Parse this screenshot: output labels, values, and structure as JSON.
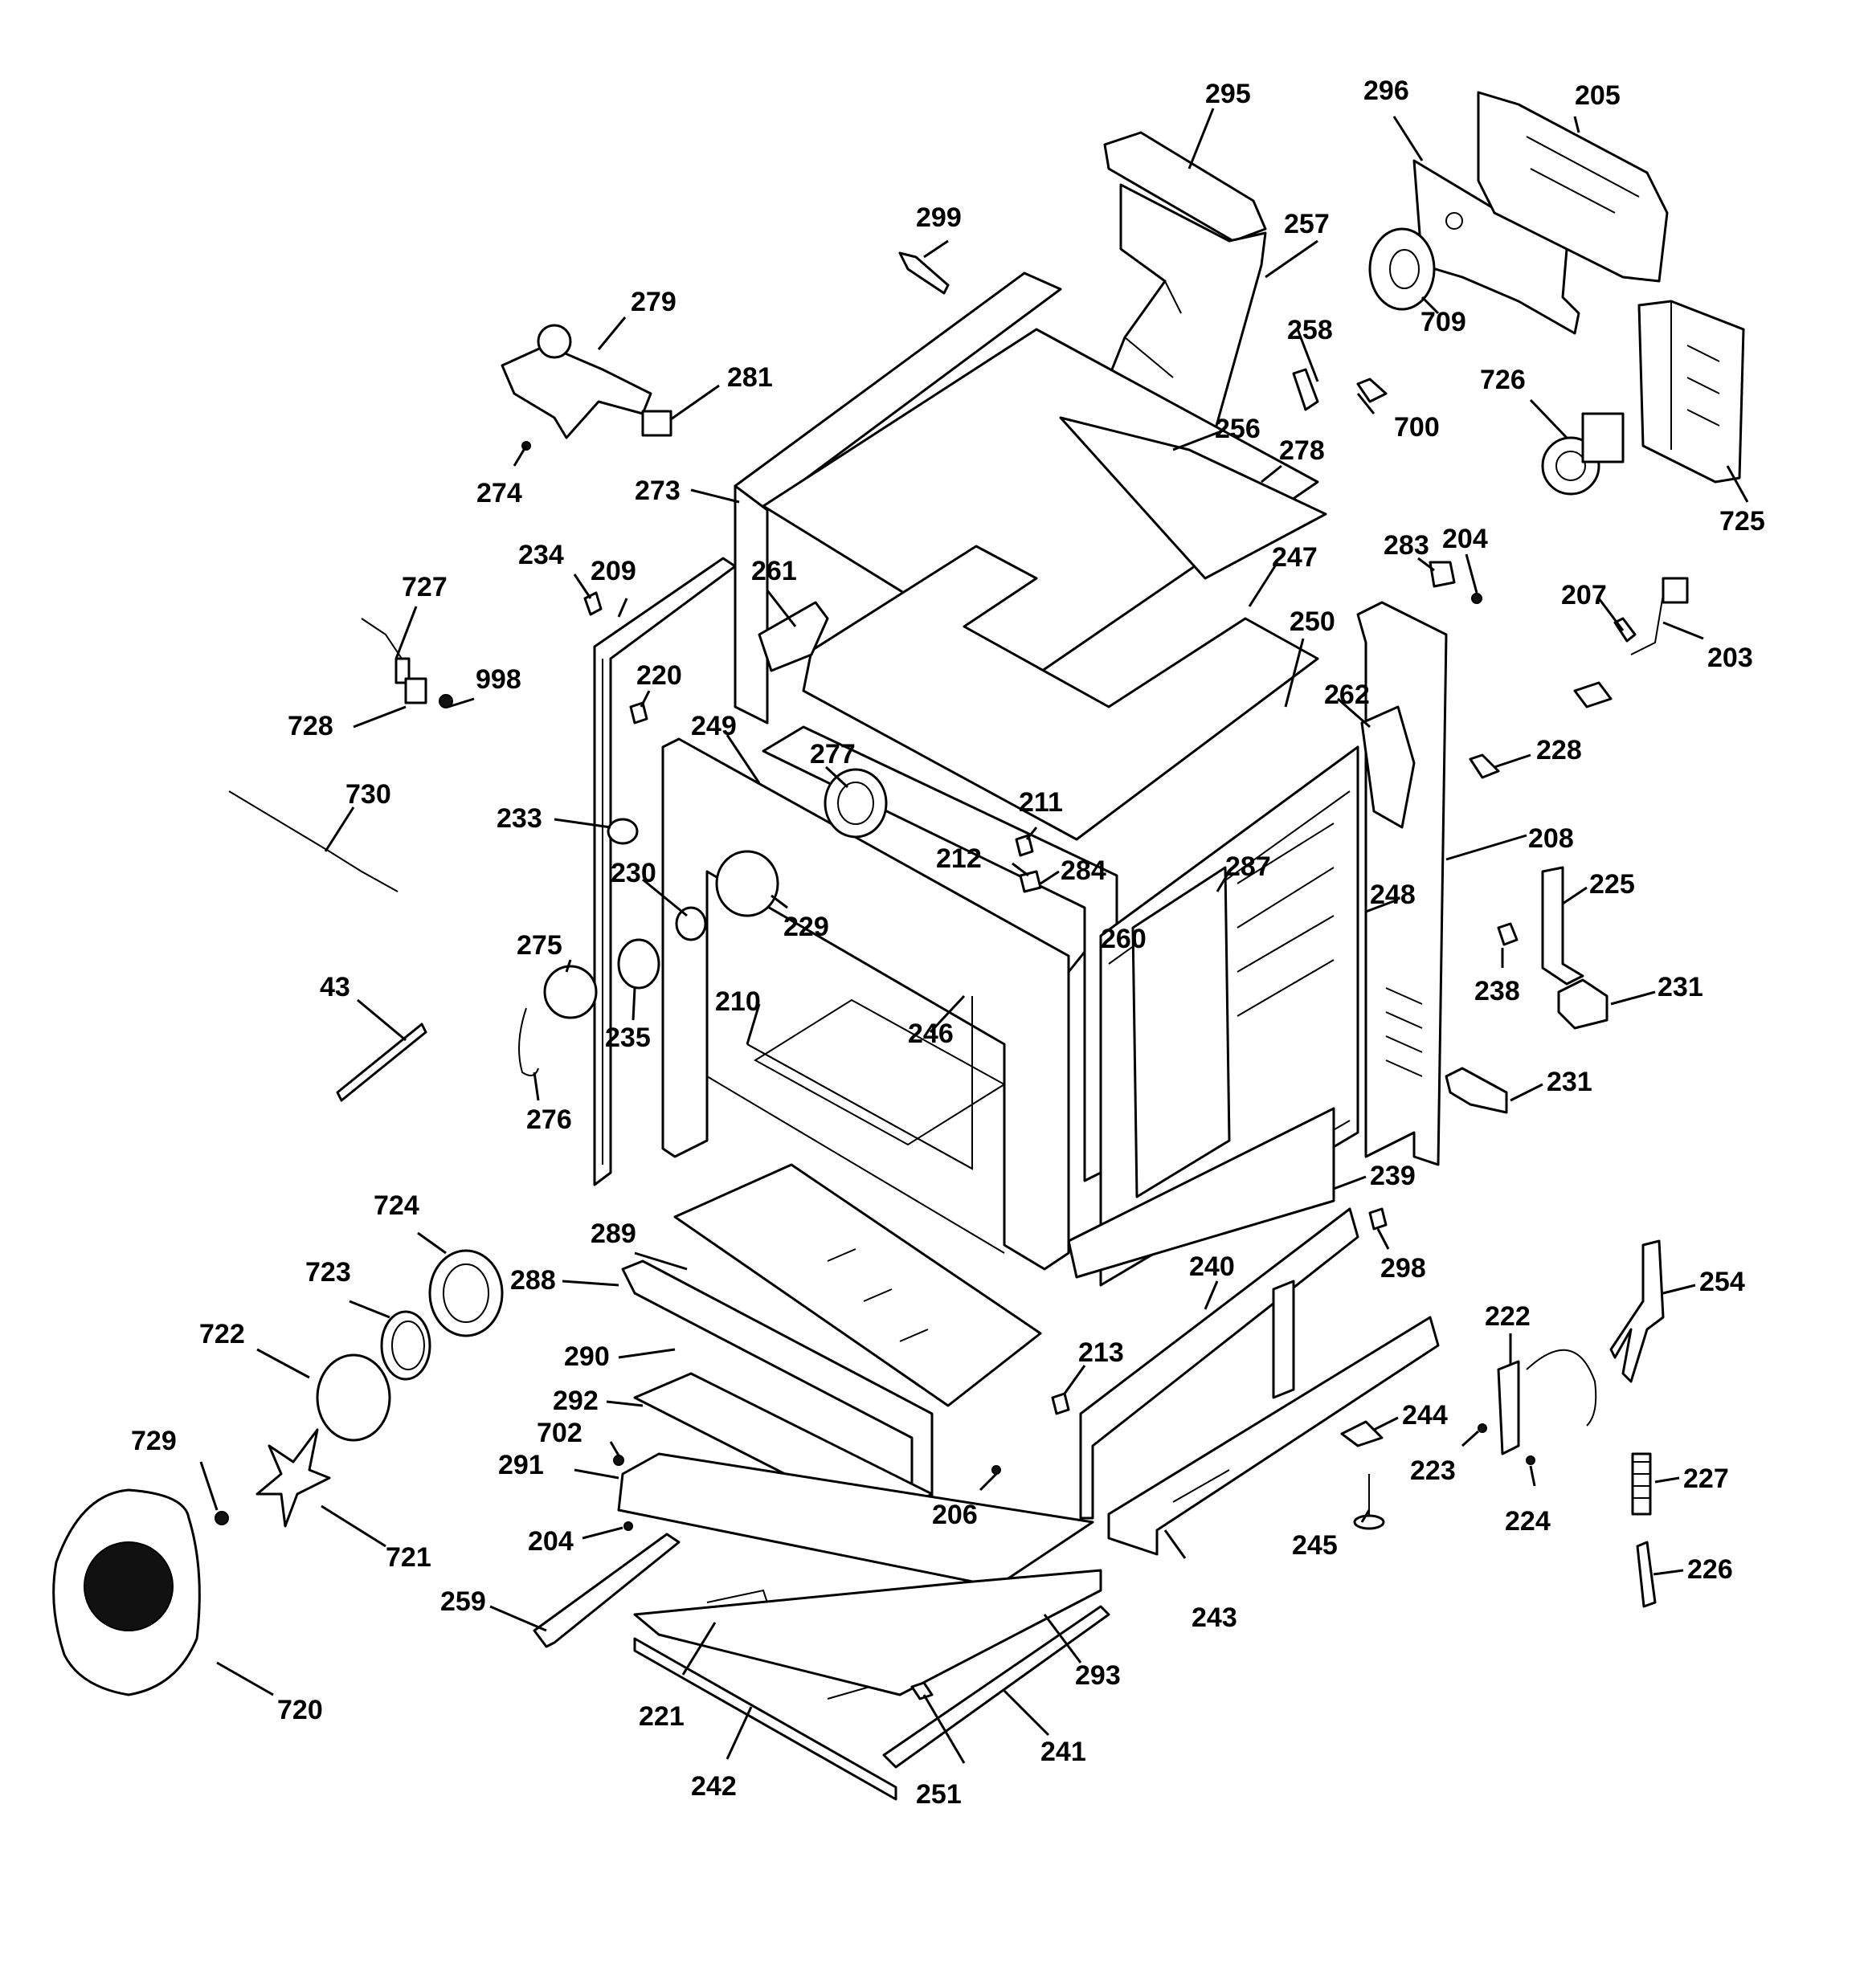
{
  "callouts": [
    {
      "label": "295"
    },
    {
      "label": "296"
    },
    {
      "label": "205"
    },
    {
      "label": "299"
    },
    {
      "label": "257"
    },
    {
      "label": "279"
    },
    {
      "label": "258"
    },
    {
      "label": "709"
    },
    {
      "label": "281"
    },
    {
      "label": "726"
    },
    {
      "label": "700"
    },
    {
      "label": "256"
    },
    {
      "label": "278"
    },
    {
      "label": "274"
    },
    {
      "label": "273"
    },
    {
      "label": "725"
    },
    {
      "label": "283"
    },
    {
      "label": "204"
    },
    {
      "label": "234"
    },
    {
      "label": "209"
    },
    {
      "label": "247"
    },
    {
      "label": "261"
    },
    {
      "label": "727"
    },
    {
      "label": "207"
    },
    {
      "label": "250"
    },
    {
      "label": "203"
    },
    {
      "label": "220"
    },
    {
      "label": "998"
    },
    {
      "label": "262"
    },
    {
      "label": "728"
    },
    {
      "label": "249"
    },
    {
      "label": "228"
    },
    {
      "label": "277"
    },
    {
      "label": "730"
    },
    {
      "label": "211"
    },
    {
      "label": "233"
    },
    {
      "label": "208"
    },
    {
      "label": "212"
    },
    {
      "label": "284"
    },
    {
      "label": "287"
    },
    {
      "label": "230"
    },
    {
      "label": "225"
    },
    {
      "label": "248"
    },
    {
      "label": "229"
    },
    {
      "label": "275"
    },
    {
      "label": "260"
    },
    {
      "label": "43"
    },
    {
      "label": "238"
    },
    {
      "label": "231"
    },
    {
      "label": "210"
    },
    {
      "label": "235"
    },
    {
      "label": "246"
    },
    {
      "label": "231"
    },
    {
      "label": "276"
    },
    {
      "label": "239"
    },
    {
      "label": "724"
    },
    {
      "label": "289"
    },
    {
      "label": "298"
    },
    {
      "label": "240"
    },
    {
      "label": "723"
    },
    {
      "label": "288"
    },
    {
      "label": "254"
    },
    {
      "label": "222"
    },
    {
      "label": "722"
    },
    {
      "label": "213"
    },
    {
      "label": "290"
    },
    {
      "label": "244"
    },
    {
      "label": "292"
    },
    {
      "label": "729"
    },
    {
      "label": "702"
    },
    {
      "label": "223"
    },
    {
      "label": "227"
    },
    {
      "label": "291"
    },
    {
      "label": "206"
    },
    {
      "label": "224"
    },
    {
      "label": "721"
    },
    {
      "label": "204"
    },
    {
      "label": "245"
    },
    {
      "label": "226"
    },
    {
      "label": "259"
    },
    {
      "label": "243"
    },
    {
      "label": "293"
    },
    {
      "label": "720"
    },
    {
      "label": "221"
    },
    {
      "label": "241"
    },
    {
      "label": "242"
    },
    {
      "label": "251"
    }
  ]
}
